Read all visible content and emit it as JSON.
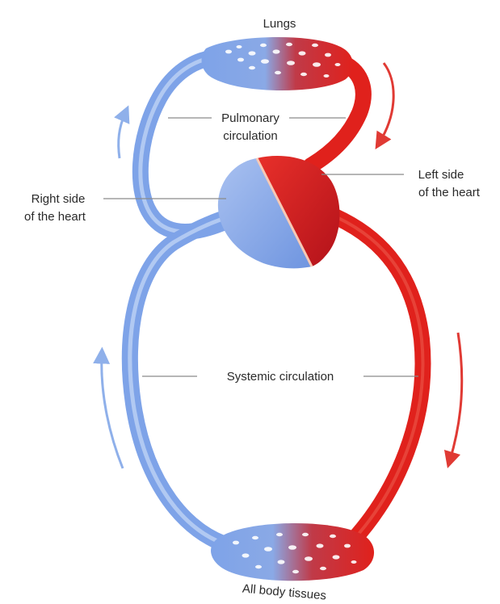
{
  "labels": {
    "lungs": "Lungs",
    "pulmonary_line1": "Pulmonary",
    "pulmonary_line2": "circulation",
    "right_side_line1": "Right side",
    "right_side_line2": "of the heart",
    "left_side_line1": "Left side",
    "left_side_line2": "of the heart",
    "systemic": "Systemic circulation",
    "tissues": "All body tissues"
  },
  "colors": {
    "deoxygenated": "#7ea3e8",
    "oxygenated": "#e0211c",
    "arrow_blue": "#8fb0ea",
    "arrow_red": "#e03a34"
  },
  "icons": {
    "flow_arrow": "curved-arrow"
  }
}
